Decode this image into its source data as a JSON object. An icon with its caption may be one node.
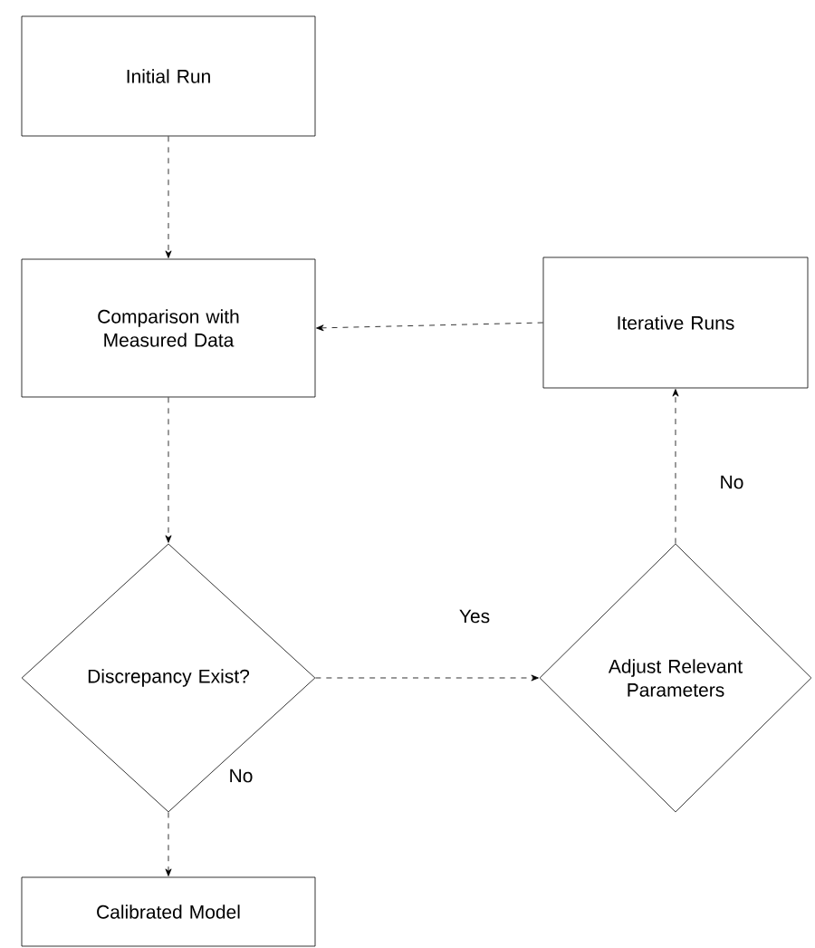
{
  "diagram": {
    "nodes": [
      {
        "text": [
          "Initial Run"
        ]
      },
      {
        "text": [
          "Comparison with Measured Data"
        ]
      },
      {
        "text": [
          "Discrepancy Exist?"
        ]
      },
      {
        "text": [
          "Adjust Relevant Parameters"
        ]
      },
      {
        "text": [
          "Iterative Runs"
        ]
      },
      {
        "text": [
          "Calibrated Model"
        ]
      }
    ],
    "edges": [
      {
        "from": 0,
        "to": 1,
        "arrow": "to",
        "style": "dashed"
      },
      {
        "from": 1,
        "to": 2,
        "arrow": "to",
        "style": "dashed"
      },
      {
        "from": 2,
        "to": 3,
        "arrow": "to",
        "style": "dashed",
        "label": "Yes"
      },
      {
        "from": 3,
        "to": 4,
        "arrow": "to",
        "style": "dashed",
        "label": "No"
      },
      {
        "from": 4,
        "to": 1,
        "arrow": "to",
        "style": "dashed"
      },
      {
        "from": 2,
        "to": 5,
        "arrow": "to",
        "style": "dashed",
        "label": "No"
      }
    ]
  }
}
